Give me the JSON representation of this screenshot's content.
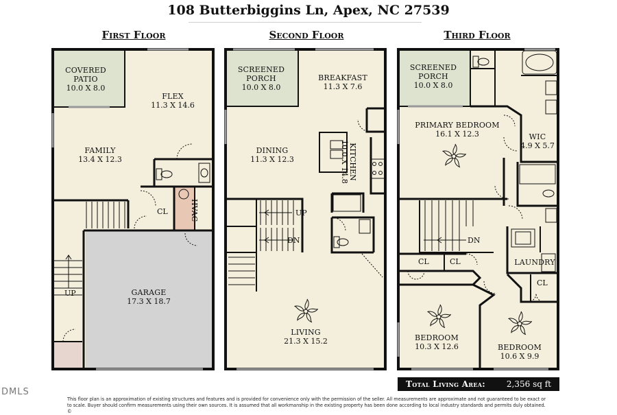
{
  "title": "108 Butterbiggins Ln, Apex, NC 27539",
  "floors": [
    {
      "heading": "First Floor",
      "rooms": [
        {
          "name": "COVERED",
          "name2": "PATIO",
          "size": "10.0 X 8.0"
        },
        {
          "name": "FLEX",
          "size": "11.3 X 14.6"
        },
        {
          "name": "FAMILY",
          "size": "13.4 X 12.3"
        },
        {
          "name": "GARAGE",
          "size": "17.3 X 18.7"
        }
      ],
      "labels": {
        "closet": "CL",
        "hvac": "HVAC",
        "stairs": "UP"
      }
    },
    {
      "heading": "Second Floor",
      "rooms": [
        {
          "name": "SCREENED",
          "name2": "PORCH",
          "size": "10.0 X 8.0"
        },
        {
          "name": "BREAKFAST",
          "size": "11.3 X 7.6"
        },
        {
          "name": "DINING",
          "size": "11.3 X 12.3"
        },
        {
          "name": "KITCHEN",
          "size": "10.0 X 14.8"
        },
        {
          "name": "LIVING",
          "size": "21.3 X 15.2"
        }
      ],
      "labels": {
        "up": "UP",
        "down": "DN"
      }
    },
    {
      "heading": "Third Floor",
      "rooms": [
        {
          "name": "SCREENED",
          "name2": "PORCH",
          "size": "10.0 X 8.0"
        },
        {
          "name": "PRIMARY BEDROOM",
          "size": "16.1 X 12.3"
        },
        {
          "name": "WIC",
          "size": "4.9 X 5.7"
        },
        {
          "name": "LAUNDRY"
        },
        {
          "name": "BEDROOM",
          "size": "10.3 X 12.6"
        },
        {
          "name": "BEDROOM",
          "size": "10.6 X 9.9"
        }
      ],
      "labels": {
        "down": "DN",
        "cl1": "CL",
        "cl2": "CL",
        "cl3": "CL"
      }
    }
  ],
  "total": {
    "label": "Total Living Area:",
    "value": "2,356 sq ft"
  },
  "logo": "DMLS",
  "disclaimer": "This floor plan is an approximation of existing structures and features and is provided for convenience only with the permission of the seller.  All measurements are approximate and not guaranteed to be exact or to scale.  Buyer should confirm measurements using their own sources.  It is assumed that all workmanship in the existing property has been done according to local industry standards and permits duly obtained.  ©",
  "colors": {
    "floor": "#f3efdc",
    "porch": "#dde3cf",
    "garage": "#d3d3d3",
    "hvac": "#e8c7b5",
    "wall": "#111111"
  }
}
